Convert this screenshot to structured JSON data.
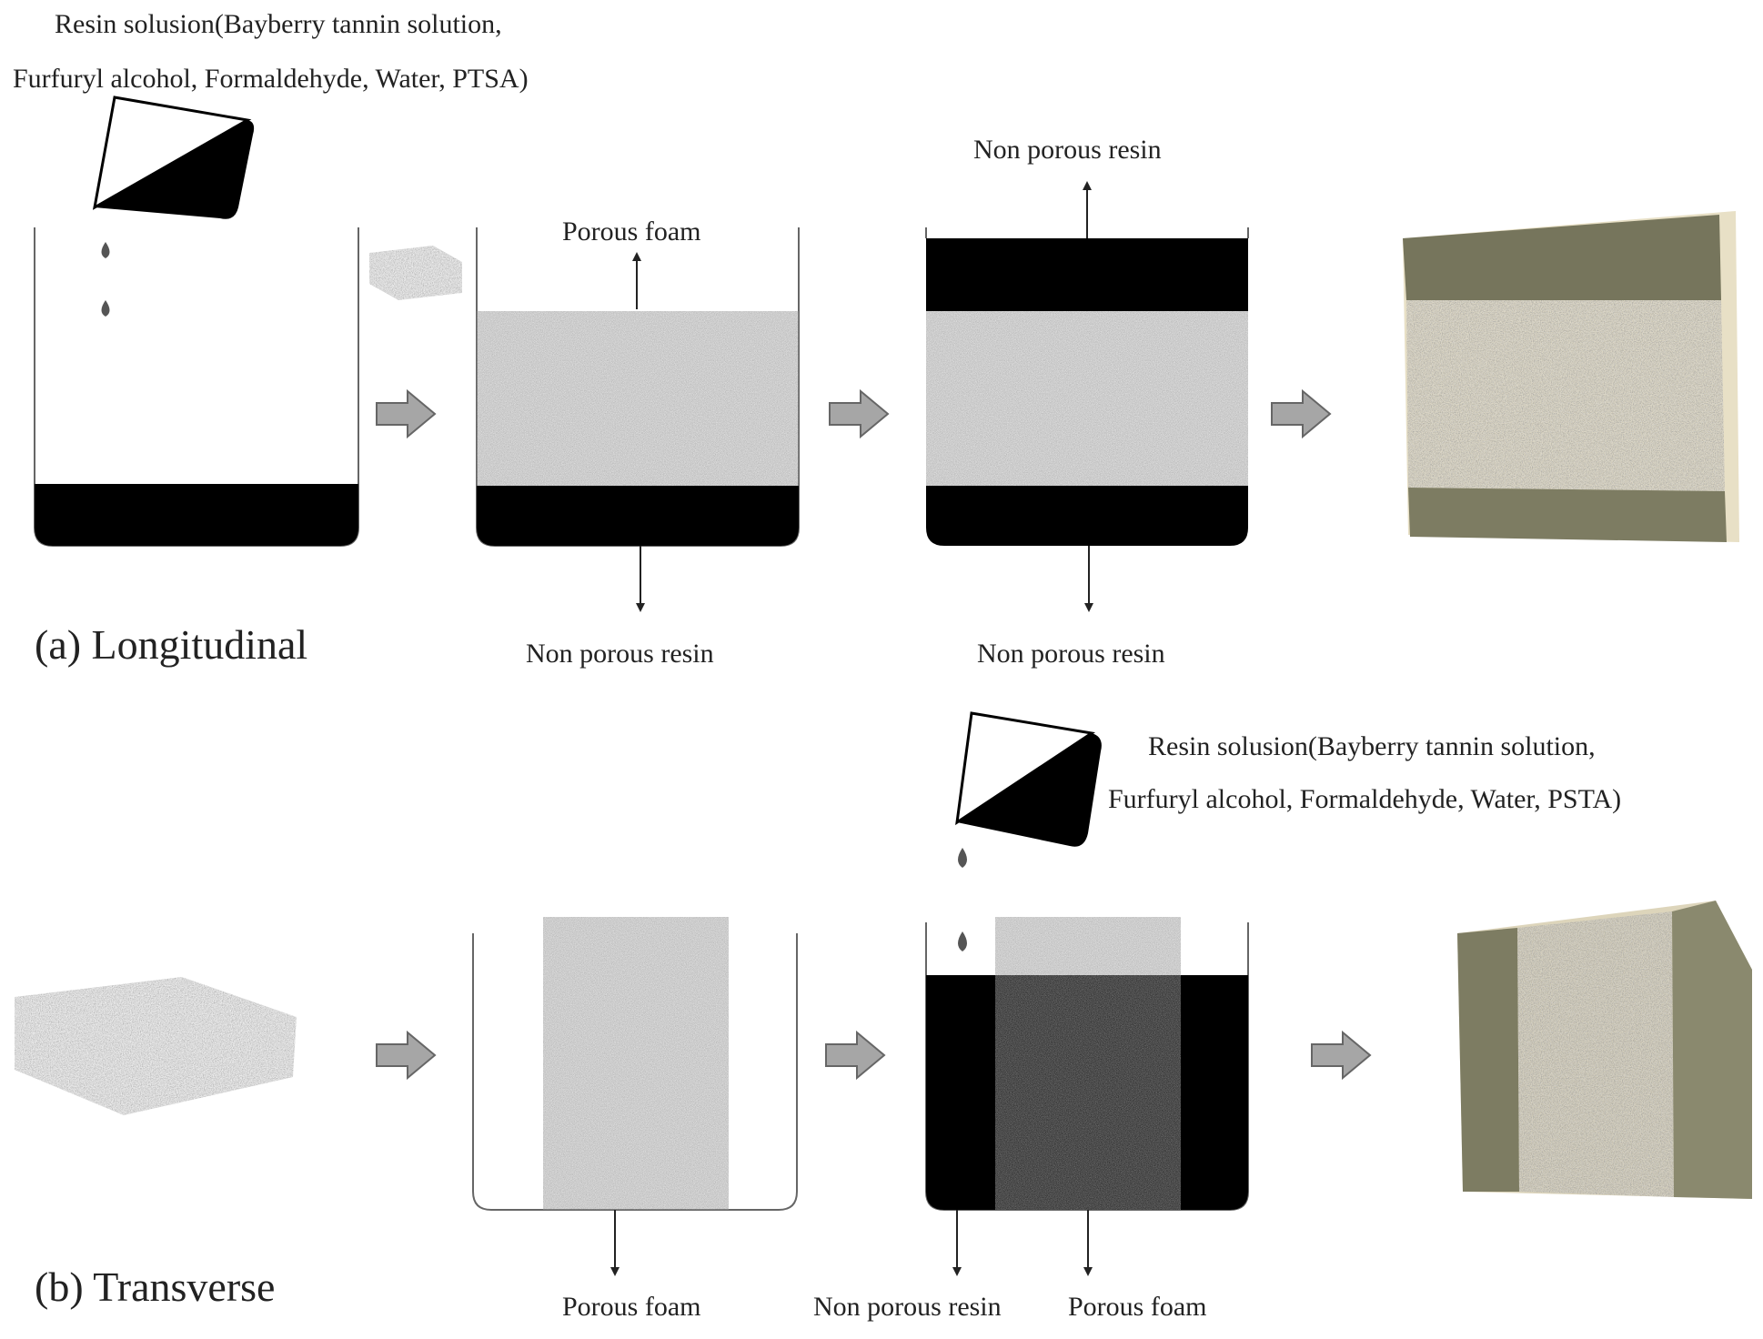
{
  "panels": {
    "a": {
      "label": "(a) Longitudinal",
      "resin_solution": [
        "Resin solusion(Bayberry tannin solution,",
        "Furfuryl alcohol, Formaldehyde, Water, PTSA)"
      ],
      "step2_top": "Porous foam",
      "step2_bottom": "Non porous resin",
      "step3_top": "Non porous  resin",
      "step3_bottom": "Non porous resin"
    },
    "b": {
      "label": "(b) Transverse",
      "resin_solution": [
        "Resin solusion(Bayberry tannin solution,",
        "Furfuryl alcohol, Formaldehyde, Water, PSTA)"
      ],
      "step2_bottom": "Porous foam",
      "step3_bottom_left": "Non porous resin",
      "step3_bottom_right": "Porous foam"
    }
  },
  "colors": {
    "resin": "#000000",
    "foam": "#4a4a4a",
    "arrow": "#a6a6a6",
    "foam_sample": "#8a8a8a",
    "resin_photo": "#7d7c62"
  }
}
